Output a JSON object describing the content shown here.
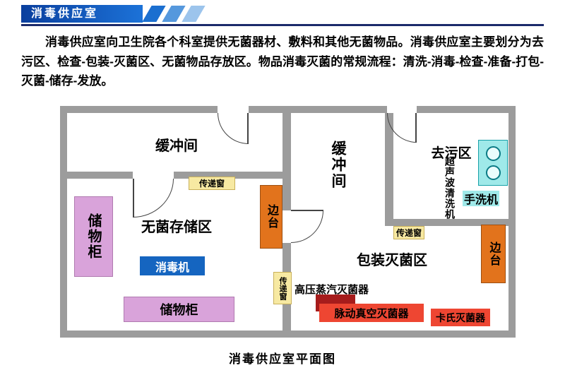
{
  "header": {
    "title": "消毒供应室"
  },
  "intro": {
    "paragraph": "消毒供应室向卫生院各个科室提供无菌器材、敷料和其他无菌物品。消毒供应室主要划分为去污区、检查-包装-灭菌区、无菌物品存放区。物品消毒灭菌的常规流程：清洗-消毒-检查-准备-打包-灭菌-储存-发放。"
  },
  "plan": {
    "caption": "消毒供应室平面图",
    "rooms": {
      "buffer_left": "缓冲间",
      "sterile_storage": "无菌存储区",
      "buffer_middle": "缓冲间",
      "decontamination": "去污区",
      "packaging": "包装灭菌区"
    },
    "equipment": {
      "cabinet_left": "储物柜",
      "cabinet_bottom": "储物柜",
      "disinfector": "消毒机",
      "side_table_left": "边台",
      "side_table_right": "边台",
      "transfer_window_left": "传递窗",
      "transfer_window_middle": "传递窗",
      "transfer_window_right": "传递窗",
      "ultrasonic_cleaner": "超声波清洗机",
      "hand_washer": "手洗机",
      "autoclave": "高压蒸汽灭菌器",
      "pulse_vacuum": "脉动真空灭菌器",
      "cassette": "卡氏灭菌器"
    },
    "colors": {
      "wall": "#9c9c9c",
      "cabinet": "#d9a3da",
      "disinfector": "#1565c0",
      "side_table": "#e2731c",
      "transfer_window": "#f7e9a2",
      "hand_washer": "#9fe9e9",
      "sterilizer": "#ee4632",
      "machine_dark": "#a61c1c",
      "banner_stripe_1": "#1b6fd0",
      "banner_stripe_2": "#5598dd",
      "banner_stripe_3": "#9cc4ec"
    }
  }
}
